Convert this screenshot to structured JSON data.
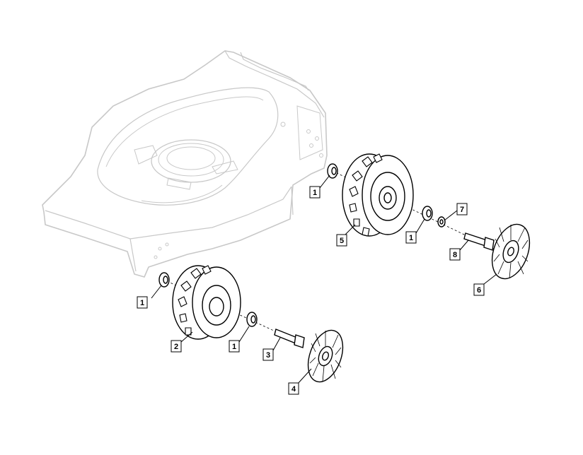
{
  "callouts": [
    {
      "id": "c1a",
      "number": "1"
    },
    {
      "id": "c1b",
      "number": "1"
    },
    {
      "id": "c1c",
      "number": "1"
    },
    {
      "id": "c1d",
      "number": "1"
    },
    {
      "id": "c2",
      "number": "2"
    },
    {
      "id": "c3",
      "number": "3"
    },
    {
      "id": "c4",
      "number": "4"
    },
    {
      "id": "c5",
      "number": "5"
    },
    {
      "id": "c6",
      "number": "6"
    },
    {
      "id": "c7",
      "number": "7"
    },
    {
      "id": "c8",
      "number": "8"
    }
  ]
}
